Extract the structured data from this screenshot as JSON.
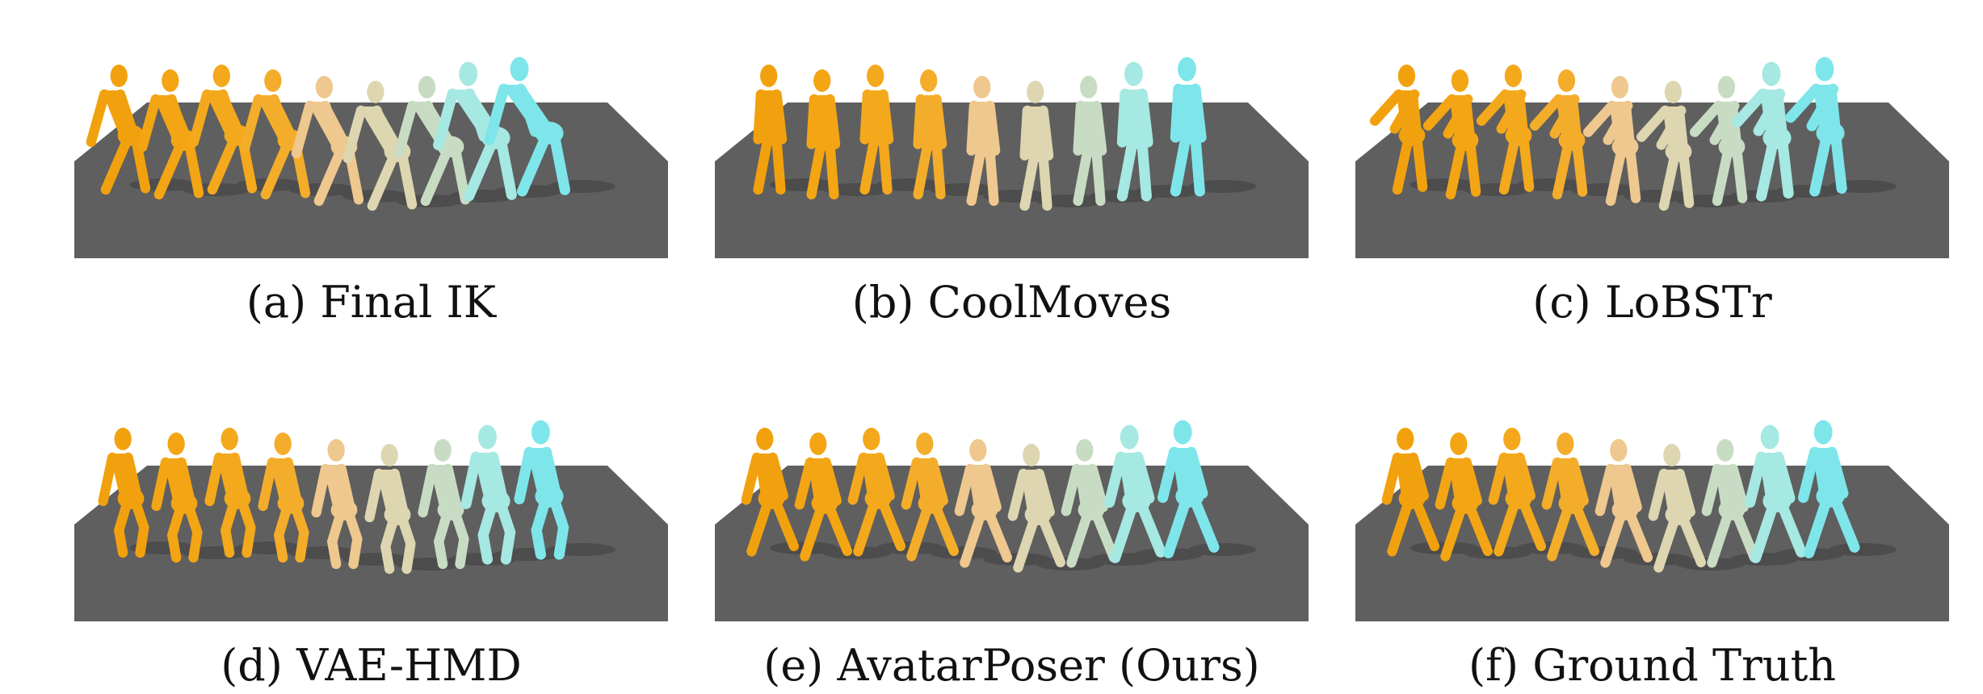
{
  "figure": {
    "panels": [
      {
        "caption": "(a) Final IK",
        "style": "leaning"
      },
      {
        "caption": "(b) CoolMoves",
        "style": "upright"
      },
      {
        "caption": "(c) LoBSTr",
        "style": "arms"
      },
      {
        "caption": "(d) VAE-HMD",
        "style": "bent"
      },
      {
        "caption": "(e) AvatarPoser (Ours)",
        "style": "stride"
      },
      {
        "caption": "(f) Ground Truth",
        "style": "stride"
      }
    ]
  },
  "colors": {
    "floor": "#5f5f5f",
    "figure_sequence": [
      "#f2a10e",
      "#f3a514",
      "#f4a81c",
      "#f4ad2a",
      "#eec88e",
      "#ddd6b0",
      "#c8dcc4",
      "#a6e8e2",
      "#7ee6ea"
    ],
    "caption_text": "#111111"
  }
}
